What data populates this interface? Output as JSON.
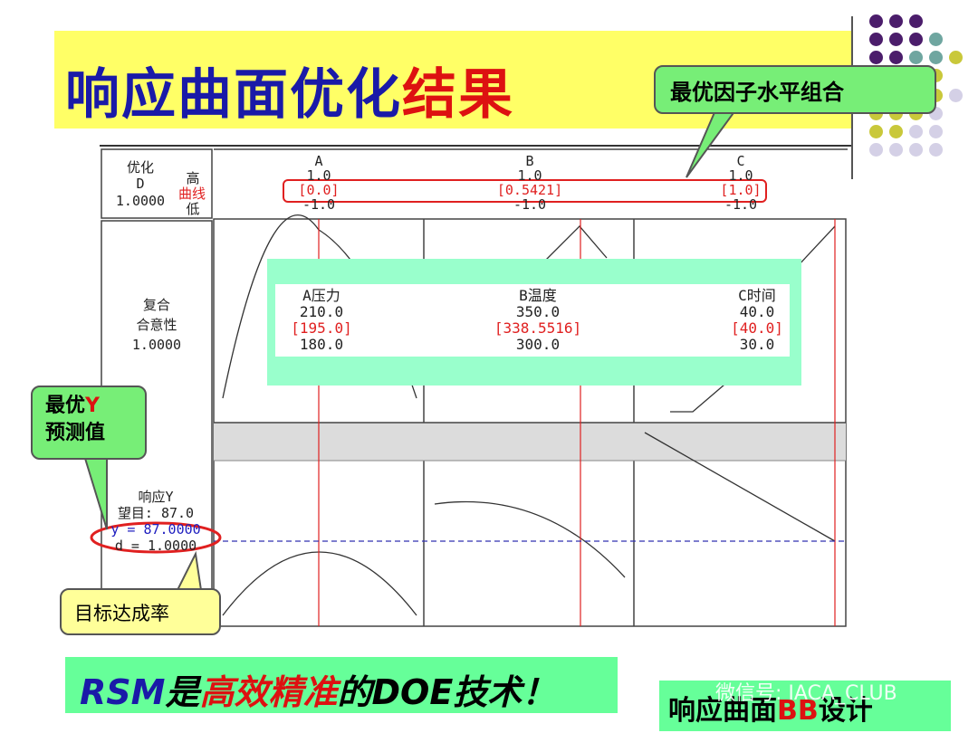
{
  "title": {
    "part1": "响应曲面优化",
    "part2": "结果"
  },
  "colors": {
    "title_blue": "#1a1aa8",
    "accent_red": "#dd1111",
    "callout_green": "#77ee77",
    "panel_green": "#99ffcc",
    "band_yellow": "#ffff66",
    "dot_purple": "#4b1d6b",
    "dot_teal": "#6fa6a0",
    "dot_olive": "#c9c83a",
    "dot_lavender": "#d4d0e6"
  },
  "callouts": {
    "best_combo": "最优因子水平组合",
    "best_y_line1": "最优",
    "best_y_line1_y": "Y",
    "best_y_line2": "预测值",
    "target_rate": "目标达成率"
  },
  "plot": {
    "optimize_label": "优化",
    "d_label": "D",
    "d_value": "1.0000",
    "high_label": "高",
    "curve_label": "曲线",
    "low_label": "低",
    "factors": [
      {
        "name": "A",
        "high": "1.0",
        "current": "[0.0]",
        "low": "-1.0"
      },
      {
        "name": "B",
        "high": "1.0",
        "current": "[0.5421]",
        "low": "-1.0"
      },
      {
        "name": "C",
        "high": "1.0",
        "current": "[1.0]",
        "low": "-1.0"
      }
    ],
    "composite_line1": "复合",
    "composite_line2": "合意性",
    "composite_value": "1.0000",
    "response_label": "响应Y",
    "target_label": "望目: 87.0",
    "y_value": "y = 87.0000",
    "d_result": "d = 1.0000"
  },
  "overlay": {
    "factors": [
      {
        "name": "A压力",
        "high": "210.0",
        "current": "[195.0]",
        "low": "180.0"
      },
      {
        "name": "B温度",
        "high": "350.0",
        "current": "[338.5516]",
        "low": "300.0"
      },
      {
        "name": "C时间",
        "high": "40.0",
        "current": "[40.0]",
        "low": "30.0"
      }
    ]
  },
  "footer": {
    "rsm": "RSM",
    "is": "是",
    "efficient": "高效精准",
    "rest": "的DOE技术！",
    "bb_prefix": "响应曲面",
    "bb": "BB",
    "bb_suffix": "设计",
    "watermark": "微信号: IACA_CLUB"
  }
}
